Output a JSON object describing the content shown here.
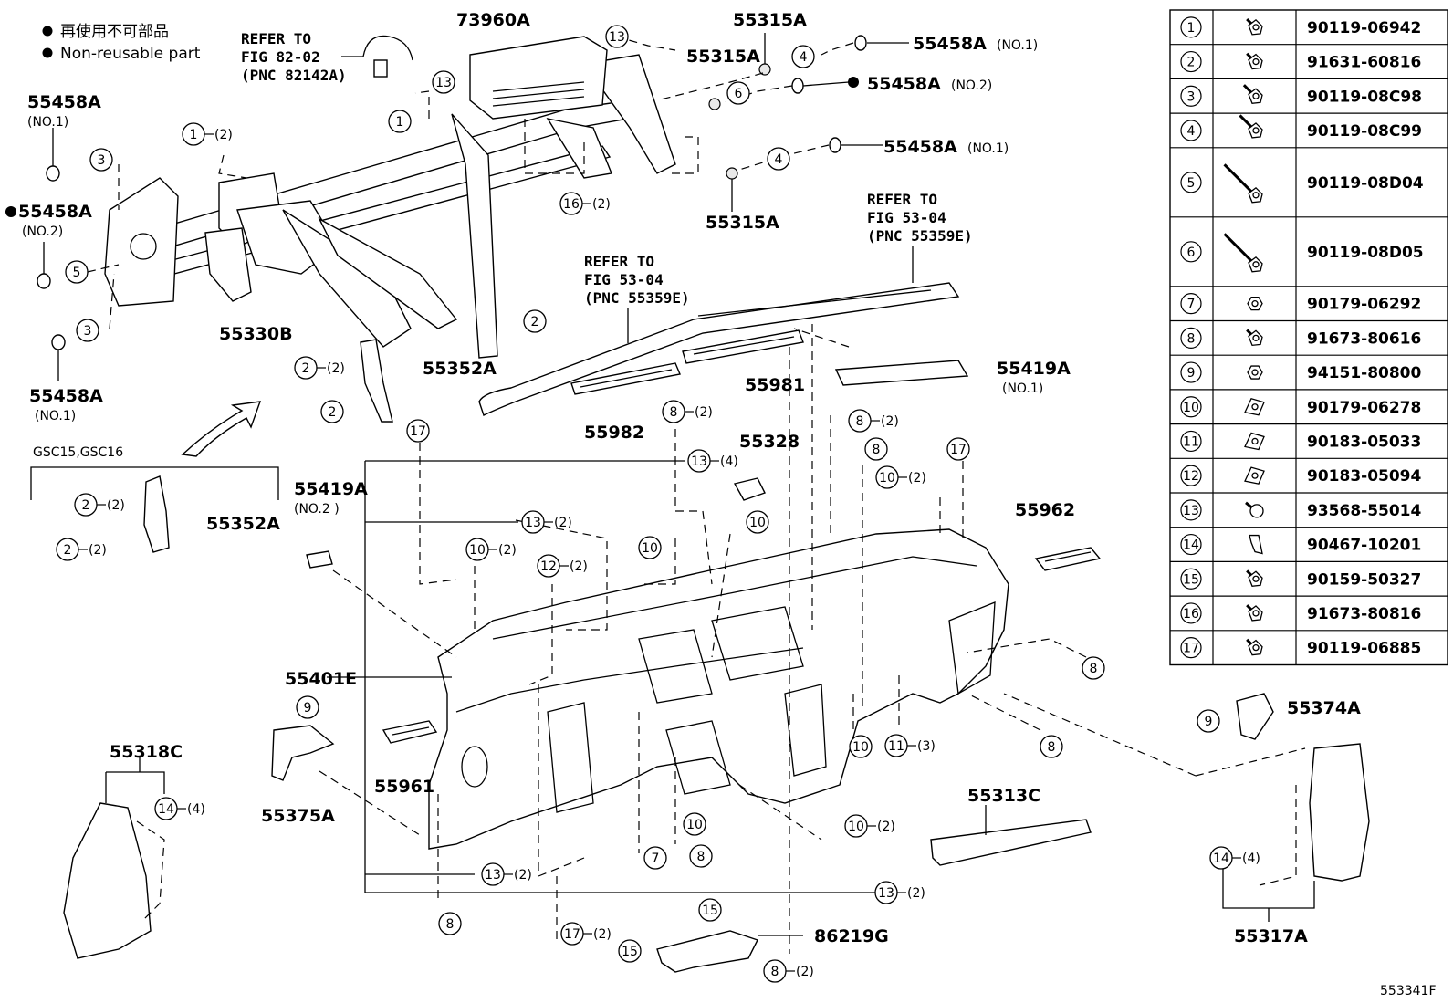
{
  "legend": {
    "jp": "再使用不可部品",
    "en": "Non-reusable part"
  },
  "variant_label": "GSC15,GSC16",
  "figure_id": "553341F",
  "refer_notes": [
    {
      "line1": "REFER TO",
      "line2": "FIG 82-02",
      "line3": "(PNC 82142A)"
    },
    {
      "line1": "REFER TO",
      "line2": "FIG 53-04",
      "line3": "(PNC 55359E)"
    },
    {
      "line1": "REFER TO",
      "line2": "FIG 53-04",
      "line3": "(PNC 55359E)"
    }
  ],
  "part_labels": {
    "p73960A": "73960A",
    "p55315A_1": "55315A",
    "p55315A_2": "55315A",
    "p55315A_3": "55315A",
    "p55458A_no1_a": "55458A",
    "p55458A_no2_a": "55458A",
    "p55458A_no1_b": "55458A",
    "p55458A_left_top": "55458A",
    "p55458A_left_mid": "55458A",
    "p55458A_left_bot": "55458A",
    "p55330B": "55330B",
    "p55352A_1": "55352A",
    "p55352A_2": "55352A",
    "p55419A_1": "55419A",
    "p55419A_2": "55419A",
    "p55981": "55981",
    "p55982": "55982",
    "p55328": "55328",
    "p55962": "55962",
    "p55401E": "55401E",
    "p55961": "55961",
    "p55318C": "55318C",
    "p55375A": "55375A",
    "p55374A": "55374A",
    "p55313C": "55313C",
    "p55317A": "55317A",
    "p86219G": "86219G"
  },
  "qualifiers": {
    "no1": "(NO.1)",
    "no2": "(NO.2)",
    "no2_spaced": "(NO.2 )"
  },
  "callouts": [
    {
      "n": "1",
      "qty": "(2)"
    },
    {
      "n": "1",
      "qty": ""
    },
    {
      "n": "2",
      "qty": ""
    },
    {
      "n": "2",
      "qty": "(2)"
    },
    {
      "n": "2",
      "qty": ""
    },
    {
      "n": "2",
      "qty": "(2)"
    },
    {
      "n": "2",
      "qty": "(2)"
    },
    {
      "n": "3",
      "qty": ""
    },
    {
      "n": "3",
      "qty": ""
    },
    {
      "n": "4",
      "qty": ""
    },
    {
      "n": "4",
      "qty": ""
    },
    {
      "n": "5",
      "qty": ""
    },
    {
      "n": "6",
      "qty": ""
    },
    {
      "n": "7",
      "qty": ""
    },
    {
      "n": "8",
      "qty": "(2)"
    },
    {
      "n": "8",
      "qty": "(2)"
    },
    {
      "n": "8",
      "qty": ""
    },
    {
      "n": "8",
      "qty": ""
    },
    {
      "n": "8",
      "qty": ""
    },
    {
      "n": "8",
      "qty": ""
    },
    {
      "n": "8",
      "qty": ""
    },
    {
      "n": "8",
      "qty": "(2)"
    },
    {
      "n": "9",
      "qty": ""
    },
    {
      "n": "9",
      "qty": ""
    },
    {
      "n": "10",
      "qty": "(2)"
    },
    {
      "n": "10",
      "qty": "(2)"
    },
    {
      "n": "10",
      "qty": ""
    },
    {
      "n": "10",
      "qty": ""
    },
    {
      "n": "10",
      "qty": ""
    },
    {
      "n": "10",
      "qty": ""
    },
    {
      "n": "10",
      "qty": "(2)"
    },
    {
      "n": "11",
      "qty": "(3)"
    },
    {
      "n": "12",
      "qty": "(2)"
    },
    {
      "n": "13",
      "qty": ""
    },
    {
      "n": "13",
      "qty": ""
    },
    {
      "n": "13",
      "qty": "(4)"
    },
    {
      "n": "13",
      "qty": "(2)"
    },
    {
      "n": "13",
      "qty": "(2)"
    },
    {
      "n": "13",
      "qty": "(2)"
    },
    {
      "n": "14",
      "qty": "(4)"
    },
    {
      "n": "14",
      "qty": "(4)"
    },
    {
      "n": "15",
      "qty": ""
    },
    {
      "n": "15",
      "qty": ""
    },
    {
      "n": "16",
      "qty": "(2)"
    },
    {
      "n": "17",
      "qty": ""
    },
    {
      "n": "17",
      "qty": ""
    },
    {
      "n": "17",
      "qty": "(2)"
    }
  ],
  "parts_table": [
    {
      "n": "1",
      "part": "90119-06942",
      "icon": "bolt-flange-short"
    },
    {
      "n": "2",
      "part": "91631-60816",
      "icon": "bolt-washer"
    },
    {
      "n": "3",
      "part": "90119-08C98",
      "icon": "bolt-medium"
    },
    {
      "n": "4",
      "part": "90119-08C99",
      "icon": "bolt-long"
    },
    {
      "n": "5",
      "part": "90119-08D04",
      "icon": "bolt-extra-long"
    },
    {
      "n": "6",
      "part": "90119-08D05",
      "icon": "bolt-extra-long"
    },
    {
      "n": "7",
      "part": "90179-06292",
      "icon": "nut"
    },
    {
      "n": "8",
      "part": "91673-80616",
      "icon": "bolt-washer"
    },
    {
      "n": "9",
      "part": "94151-80800",
      "icon": "nut-flange"
    },
    {
      "n": "10",
      "part": "90179-06278",
      "icon": "clip-nut"
    },
    {
      "n": "11",
      "part": "90183-05033",
      "icon": "u-nut"
    },
    {
      "n": "12",
      "part": "90183-05094",
      "icon": "u-nut"
    },
    {
      "n": "13",
      "part": "93568-55014",
      "icon": "screw"
    },
    {
      "n": "14",
      "part": "90467-10201",
      "icon": "clip"
    },
    {
      "n": "15",
      "part": "90159-50327",
      "icon": "bolt-washer"
    },
    {
      "n": "16",
      "part": "91673-80816",
      "icon": "bolt-washer"
    },
    {
      "n": "17",
      "part": "90119-06885",
      "icon": "bolt-flange-short"
    }
  ]
}
